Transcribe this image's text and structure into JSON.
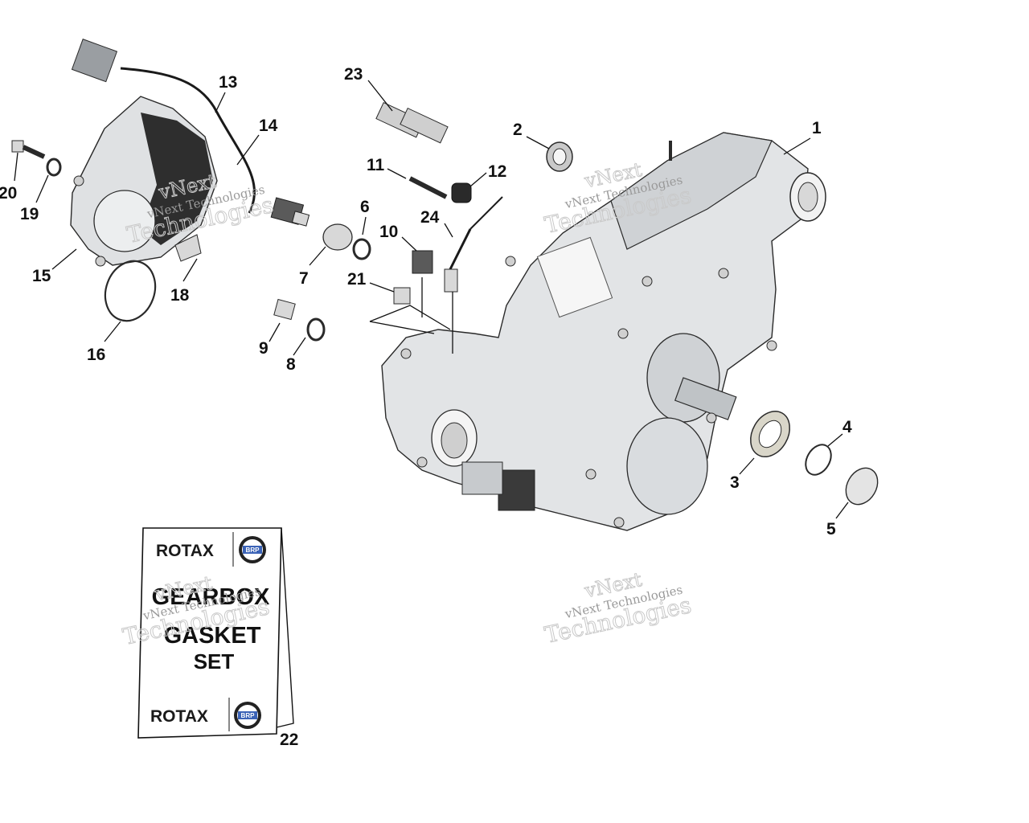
{
  "callouts": [
    {
      "id": "1",
      "label": "1"
    },
    {
      "id": "2",
      "label": "2"
    },
    {
      "id": "3",
      "label": "3"
    },
    {
      "id": "4",
      "label": "4"
    },
    {
      "id": "5",
      "label": "5"
    },
    {
      "id": "6",
      "label": "6"
    },
    {
      "id": "7",
      "label": "7"
    },
    {
      "id": "8",
      "label": "8"
    },
    {
      "id": "9",
      "label": "9"
    },
    {
      "id": "10",
      "label": "10"
    },
    {
      "id": "11",
      "label": "11"
    },
    {
      "id": "12",
      "label": "12"
    },
    {
      "id": "13",
      "label": "13"
    },
    {
      "id": "14",
      "label": "14"
    },
    {
      "id": "15",
      "label": "15"
    },
    {
      "id": "16",
      "label": "16"
    },
    {
      "id": "18",
      "label": "18"
    },
    {
      "id": "19",
      "label": "19"
    },
    {
      "id": "20",
      "label": "20"
    },
    {
      "id": "21",
      "label": "21"
    },
    {
      "id": "22",
      "label": "22"
    },
    {
      "id": "23",
      "label": "23"
    },
    {
      "id": "24",
      "label": "24"
    }
  ],
  "gasket_set": {
    "brand": "ROTAX",
    "badge": "BRP",
    "line1": "GEARBOX",
    "line2": "GASKET",
    "line3": "SET"
  },
  "watermark": {
    "brand_line": "vNext Technologies",
    "word_one": "vNext",
    "word_two": "Technologies"
  },
  "colors": {
    "part_fill": "#e4e6e8",
    "part_dark": "#2b2b2b",
    "line": "#111111"
  }
}
